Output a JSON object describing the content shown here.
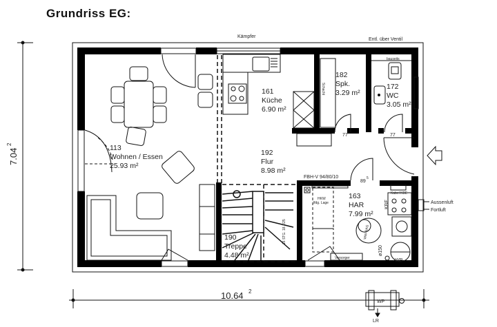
{
  "title": "Grundriss EG:",
  "labels": {
    "kaempfer": "Kämpfer",
    "entl": "Entl. über Ventil",
    "bauseits": "bauseits",
    "fbh": "FBH-V 94/80/10",
    "door_width_hall": "89",
    "door_width_hall_sup": "5",
    "door_width_spk": "77",
    "door_width_wc": "77",
    "hkw": "HKW",
    "hkw_sub": "lfdg. Lage",
    "kbe": "KBE",
    "kbe_top": "Kabel KBE",
    "wwsag": "WW-SAG",
    "d150": "ø150",
    "wp": "WP",
    "versorger": "Versorger",
    "aussenluft": "Aussenluft",
    "fortluft": "Fortluft",
    "stair_note": "16 STG. 18.1/25",
    "lr": "LR",
    "wp_outdoor": "WP",
    "schacht": "Schacht"
  },
  "rooms": [
    {
      "id": "113",
      "name": "Wohnen / Essen",
      "area": "25.93 m²"
    },
    {
      "id": "161",
      "name": "Küche",
      "area": "6.90 m²"
    },
    {
      "id": "182",
      "name": "Spk.",
      "area": "3.29 m²"
    },
    {
      "id": "172",
      "name": "WC",
      "area": "3.05 m²"
    },
    {
      "id": "192",
      "name": "Flur",
      "area": "8.98 m²"
    },
    {
      "id": "163",
      "name": "HAR",
      "area": "7.99 m²"
    },
    {
      "id": "190",
      "name": "Treppe",
      "area": "4.48 m²"
    }
  ],
  "dimensions": {
    "width": "10.64",
    "width_sup": "2",
    "height": "7.04",
    "height_sup": "2"
  }
}
